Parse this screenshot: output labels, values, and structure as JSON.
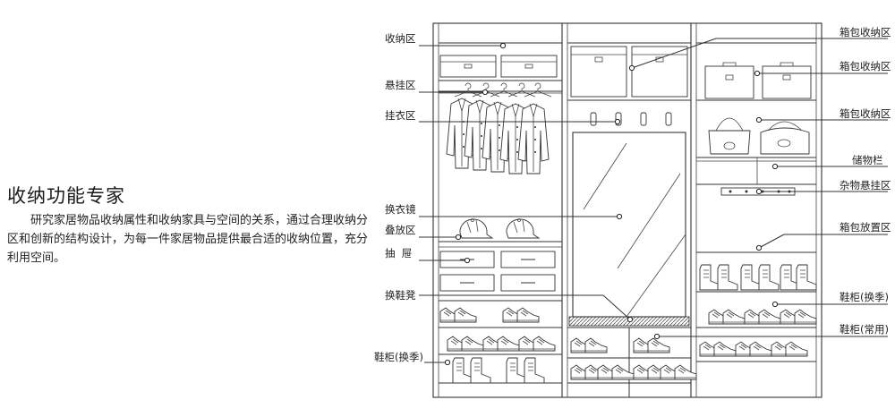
{
  "heading": "收纳功能专家",
  "description": "研究家居物品收纳属性和收纳家具与空间的关系，通过合理收纳分区和创新的结构设计，为每一件家居物品提供最合适的收纳位置，充分利用空间。",
  "left_labels": {
    "storage": "收纳区",
    "hanging": "悬挂区",
    "clothes": "挂衣区",
    "mirror": "换衣镜",
    "folding": "叠放区",
    "drawer": "抽  屉",
    "bench": "换鞋凳",
    "shoe_cabinet_season": "鞋柜(换季)"
  },
  "right_labels": {
    "bag_storage_1": "箱包收纳区",
    "bag_storage_2": "箱包收纳区",
    "bag_storage_3": "箱包收纳区",
    "shelf": "储物栏",
    "misc_hang": "杂物悬挂区",
    "bag_place": "箱包放置区",
    "shoe_cabinet_season": "鞋柜(换季)",
    "shoe_cabinet_daily": "鞋柜(常用)"
  },
  "colors": {
    "line": "#333333",
    "text": "#222222",
    "background": "#ffffff"
  }
}
